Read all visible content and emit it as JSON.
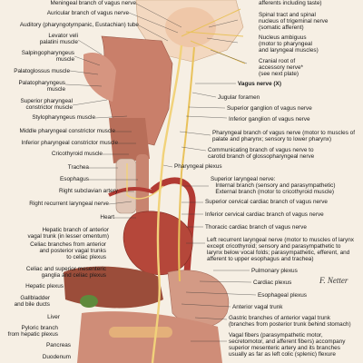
{
  "left_labels": [
    {
      "id": "meningeal",
      "text": "Meningeal branch of vagus nerve"
    },
    {
      "id": "auricular",
      "text": "Auricular branch of vagus nerve"
    },
    {
      "id": "auditory",
      "text": "Auditory (pharyngotympanic, Eustachian) tube"
    },
    {
      "id": "levator",
      "text": "Levator veli\npalatini muscle"
    },
    {
      "id": "salpingo",
      "text": "Salpingopharyngeus\nmuscle"
    },
    {
      "id": "palatoglossus",
      "text": "Palatoglossus muscle"
    },
    {
      "id": "palatopharyngeus",
      "text": "Palatopharyngeus\nmuscle"
    },
    {
      "id": "superior_constrictor",
      "text": "Superior pharyngeal\nconstrictor muscle"
    },
    {
      "id": "stylopharyngeus",
      "text": "Stylopharyngeus muscle"
    },
    {
      "id": "middle_constrictor",
      "text": "Middle pharyngeal constrictor muscle"
    },
    {
      "id": "inferior_constrictor",
      "text": "Inferior pharyngeal constrictor muscle"
    },
    {
      "id": "cricothyroid",
      "text": "Cricothyroid muscle"
    },
    {
      "id": "trachea",
      "text": "Trachea"
    },
    {
      "id": "esophagus",
      "text": "Esophagus"
    },
    {
      "id": "subclavian",
      "text": "Right subclavian artery"
    },
    {
      "id": "recurrent",
      "text": "Right recurrent laryngeal nerve"
    },
    {
      "id": "heart",
      "text": "Heart"
    },
    {
      "id": "hepatic_branch",
      "text": "Hepatic branch of anterior\nvagal trunk (in lesser omentum)"
    },
    {
      "id": "celiac_branches",
      "text": "Celiac branches from anterior\nand posterior vagal trunks\nto celiac plexus"
    },
    {
      "id": "celiac_ganglia",
      "text": "Celiac and superior mesenteric\nganglia and celiac plexus"
    },
    {
      "id": "hepatic_plexus",
      "text": "Hepatic plexus"
    },
    {
      "id": "gallbladder",
      "text": "Gallbladder\nand bile ducts"
    },
    {
      "id": "liver",
      "text": "Liver"
    },
    {
      "id": "pyloric",
      "text": "Pyloric branch\nfrom hepatic plexus"
    },
    {
      "id": "pancreas",
      "text": "Pancreas"
    },
    {
      "id": "duodenum",
      "text": "Duodenum"
    }
  ],
  "right_labels": [
    {
      "id": "afferents",
      "text": "afferents including taste)"
    },
    {
      "id": "spinal_tract",
      "text": "Spinal tract and spinal\nnucleus of trigeminal nerve\n(somatic afferent)"
    },
    {
      "id": "nucleus_ambiguus",
      "text": "Nucleus ambiguus\n(motor to pharyngeal\nand laryngeal muscles)"
    },
    {
      "id": "cranial_root",
      "text": "Cranial root of\naccessory nerve*\n(see next plate)"
    },
    {
      "id": "vagus",
      "text": "Vagus nerve (X)"
    },
    {
      "id": "jugular",
      "text": "Jugular foramen"
    },
    {
      "id": "superior_ganglion",
      "text": "Superior ganglion of vagus nerve"
    },
    {
      "id": "inferior_ganglion",
      "text": "Inferior ganglion of vagus nerve"
    },
    {
      "id": "pharyngeal_branch",
      "text": "Pharyngeal branch of vagus nerve (motor to muscles of\npalate and pharynx; sensory to lower pharynx)"
    },
    {
      "id": "communicating",
      "text": "Communicating branch of vagus nerve to\ncarotid branch of glossopharyngeal nerve"
    },
    {
      "id": "pharyngeal_plexus",
      "text": "Pharyngeal plexus"
    },
    {
      "id": "superior_laryngeal",
      "text": "Superior laryngeal nerve:\n   Internal branch (sensory and parasympathetic)\n   External branch (motor to cricothyroid muscle)"
    },
    {
      "id": "superior_cervical",
      "text": "Superior cervical cardiac branch of vagus nerve"
    },
    {
      "id": "inferior_cervical",
      "text": "Inferior cervical cardiac branch of vagus nerve"
    },
    {
      "id": "thoracic_cardiac",
      "text": "Thoracic cardiac branch of vagus nerve"
    },
    {
      "id": "left_recurrent",
      "text": "Left recurrent laryngeal nerve (motor to muscles of larynx\nexcept cricothyroid; sensory and parasympathetic to\nlarynx below vocal folds; parasympathetic, efferent, and\nafferent to upper esophagus and trachea)"
    },
    {
      "id": "pulmonary",
      "text": "Pulmonary plexus"
    },
    {
      "id": "cardiac_plexus",
      "text": "Cardiac plexus"
    },
    {
      "id": "esophageal_plexus",
      "text": "Esophageal plexus"
    },
    {
      "id": "anterior_trunk",
      "text": "Anterior vagal trunk"
    },
    {
      "id": "gastric",
      "text": "Gastric branches of anterior vagal trunk\n(branches from posterior trunk behind stomach)"
    },
    {
      "id": "vagal_fibers",
      "text": "Vagal fibers (parasympathetic motor,\nsecretomotor, and afferent fibers) accompany\nsuperior mesenteric artery and its branches\nusually as far as left colic (splenic) flexure"
    }
  ],
  "signature": "F. Netter",
  "colors": {
    "background": "#f6efe4",
    "muscle": "#c97f6a",
    "nerve": "#f1d27a",
    "brain": "#f3d8c0",
    "heart": "#b5473a",
    "liver": "#9b4d3a"
  }
}
